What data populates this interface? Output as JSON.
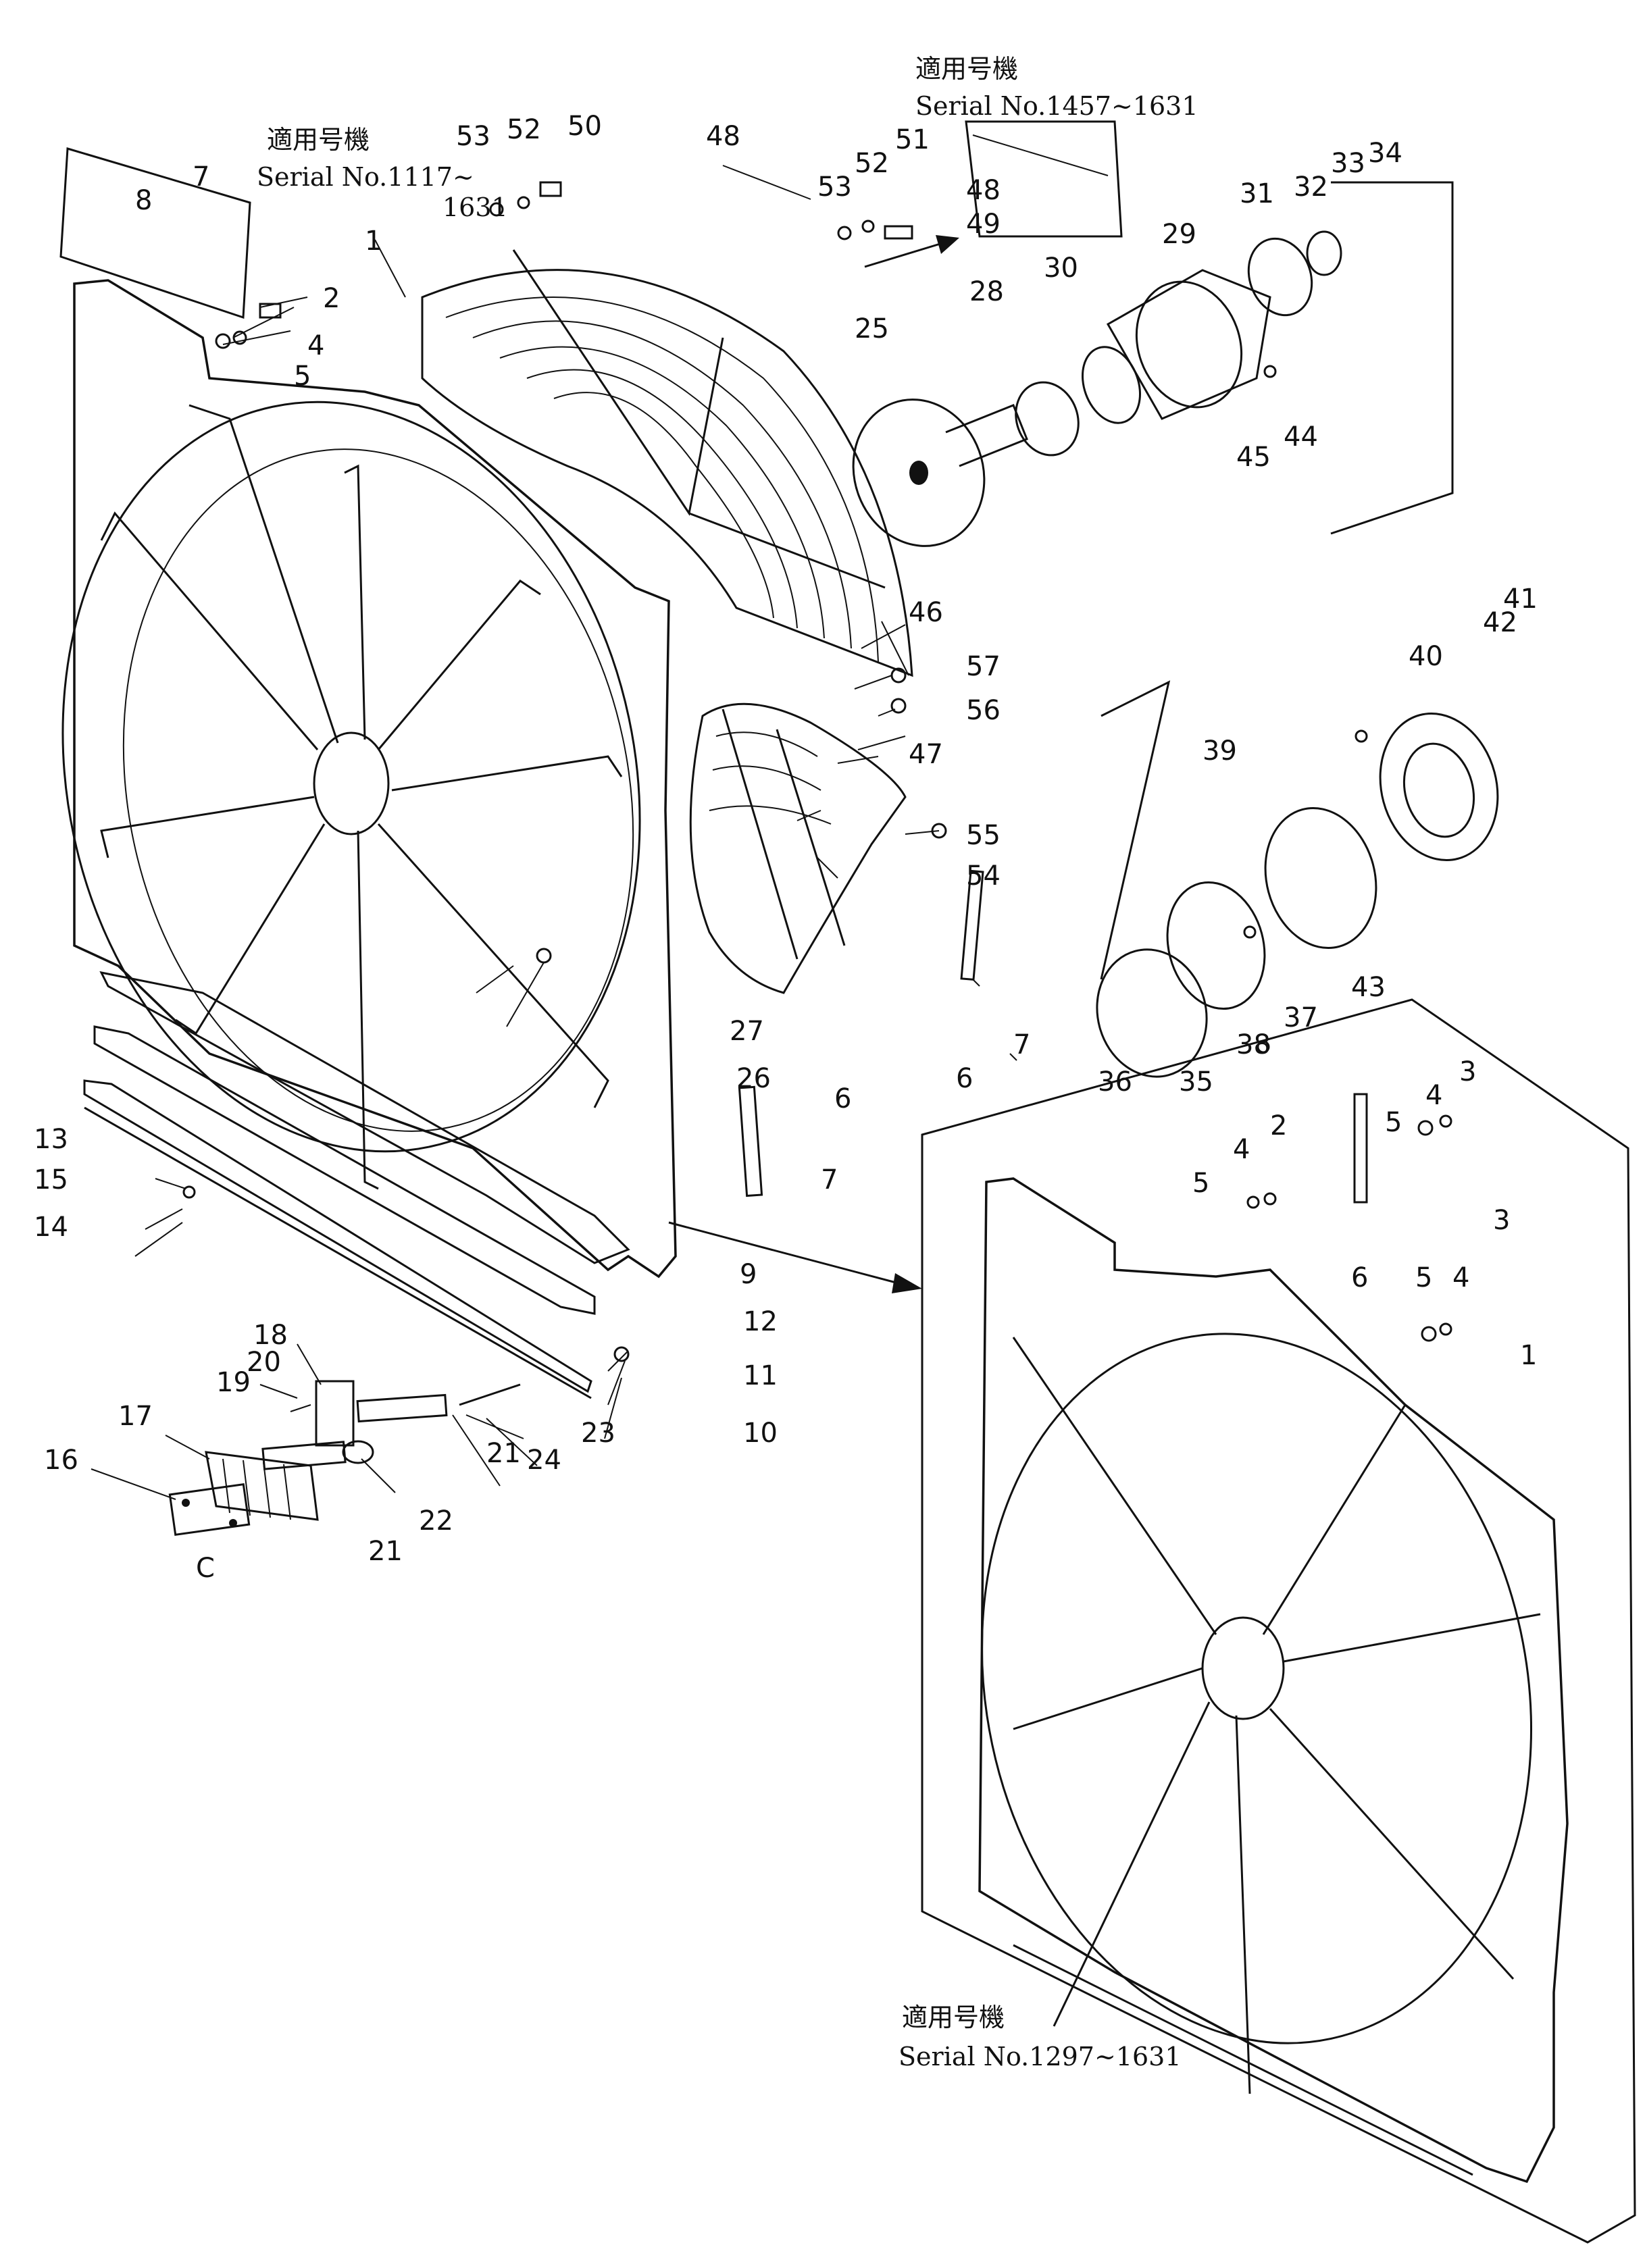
{
  "captions": {
    "panel_a": {
      "title": "適用号機",
      "serial_line1": "Serial No.1117~",
      "serial_line2": "1631"
    },
    "panel_b": {
      "title": "適用号機",
      "serial": "Serial No.1457~1631"
    },
    "panel_c": {
      "title": "適用号機",
      "serial": "Serial No.1297~1631"
    }
  },
  "part_labels": [
    {
      "id": "p1a",
      "text": "1"
    },
    {
      "id": "p1b",
      "text": "1"
    },
    {
      "id": "p2a",
      "text": "2"
    },
    {
      "id": "p2b",
      "text": "2"
    },
    {
      "id": "p3a",
      "text": "3"
    },
    {
      "id": "p3b",
      "text": "3"
    },
    {
      "id": "p4a",
      "text": "4"
    },
    {
      "id": "p4b",
      "text": "4"
    },
    {
      "id": "p4c",
      "text": "4"
    },
    {
      "id": "p4d",
      "text": "4"
    },
    {
      "id": "p5a",
      "text": "5"
    },
    {
      "id": "p5b",
      "text": "5"
    },
    {
      "id": "p5c",
      "text": "5"
    },
    {
      "id": "p5d",
      "text": "5"
    },
    {
      "id": "p6a",
      "text": "6"
    },
    {
      "id": "p6b",
      "text": "6"
    },
    {
      "id": "p6c",
      "text": "6"
    },
    {
      "id": "p7a",
      "text": "7"
    },
    {
      "id": "p7b",
      "text": "7"
    },
    {
      "id": "p7c",
      "text": "7"
    },
    {
      "id": "p8",
      "text": "8"
    },
    {
      "id": "p9",
      "text": "9"
    },
    {
      "id": "p10",
      "text": "10"
    },
    {
      "id": "p11",
      "text": "11"
    },
    {
      "id": "p12",
      "text": "12"
    },
    {
      "id": "p13",
      "text": "13"
    },
    {
      "id": "p14",
      "text": "14"
    },
    {
      "id": "p15",
      "text": "15"
    },
    {
      "id": "p16",
      "text": "16"
    },
    {
      "id": "p17",
      "text": "17"
    },
    {
      "id": "p18",
      "text": "18"
    },
    {
      "id": "p19",
      "text": "19"
    },
    {
      "id": "p20",
      "text": "20"
    },
    {
      "id": "p21a",
      "text": "21"
    },
    {
      "id": "p21b",
      "text": "21"
    },
    {
      "id": "p22",
      "text": "22"
    },
    {
      "id": "p23",
      "text": "23"
    },
    {
      "id": "p24",
      "text": "24"
    },
    {
      "id": "p25",
      "text": "25"
    },
    {
      "id": "p26",
      "text": "26"
    },
    {
      "id": "p27",
      "text": "27"
    },
    {
      "id": "p28",
      "text": "28"
    },
    {
      "id": "p29",
      "text": "29"
    },
    {
      "id": "p30",
      "text": "30"
    },
    {
      "id": "p31",
      "text": "31"
    },
    {
      "id": "p32",
      "text": "32"
    },
    {
      "id": "p33",
      "text": "33"
    },
    {
      "id": "p34",
      "text": "34"
    },
    {
      "id": "p35",
      "text": "35"
    },
    {
      "id": "p36",
      "text": "36"
    },
    {
      "id": "p37",
      "text": "37"
    },
    {
      "id": "p38",
      "text": "38"
    },
    {
      "id": "p39",
      "text": "39"
    },
    {
      "id": "p40",
      "text": "40"
    },
    {
      "id": "p41",
      "text": "41"
    },
    {
      "id": "p42",
      "text": "42"
    },
    {
      "id": "p43",
      "text": "43"
    },
    {
      "id": "p44",
      "text": "44"
    },
    {
      "id": "p45",
      "text": "45"
    },
    {
      "id": "p46",
      "text": "46"
    },
    {
      "id": "p47",
      "text": "47"
    },
    {
      "id": "p48a",
      "text": "48"
    },
    {
      "id": "p48b",
      "text": "48"
    },
    {
      "id": "p49",
      "text": "49"
    },
    {
      "id": "p50",
      "text": "50"
    },
    {
      "id": "p51",
      "text": "51"
    },
    {
      "id": "p52a",
      "text": "52"
    },
    {
      "id": "p52b",
      "text": "52"
    },
    {
      "id": "p53a",
      "text": "53"
    },
    {
      "id": "p53b",
      "text": "53"
    },
    {
      "id": "p54",
      "text": "54"
    },
    {
      "id": "p55",
      "text": "55"
    },
    {
      "id": "p56",
      "text": "56"
    },
    {
      "id": "p57",
      "text": "57"
    },
    {
      "id": "pC",
      "text": "C"
    }
  ]
}
